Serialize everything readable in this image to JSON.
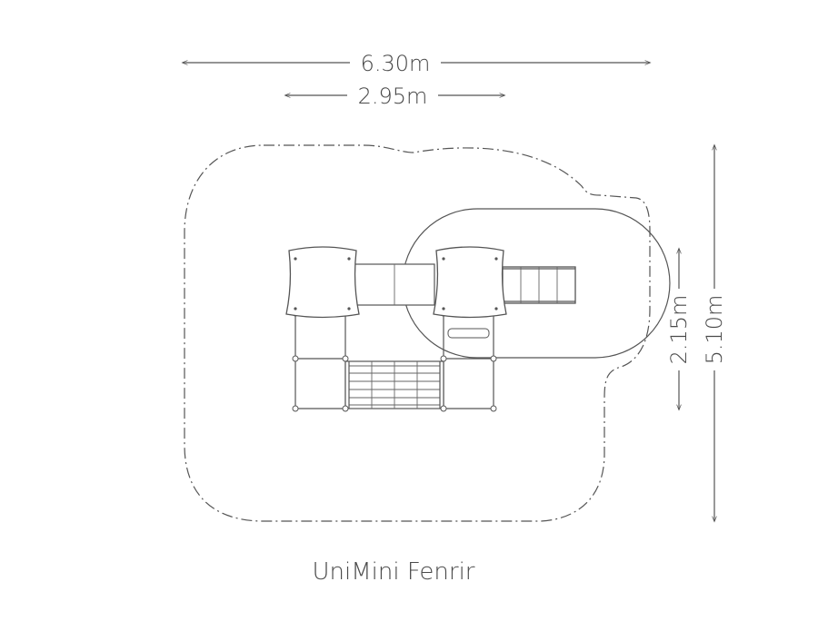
{
  "dimensions": {
    "overall_width": "6.30m",
    "inner_width": "2.95m",
    "inner_depth": "2.15m",
    "overall_depth": "5.10m"
  },
  "product_name": "UniMini Fenrir",
  "colors": {
    "line": "#555555",
    "text": "#4a4a4a",
    "background": "#ffffff"
  }
}
